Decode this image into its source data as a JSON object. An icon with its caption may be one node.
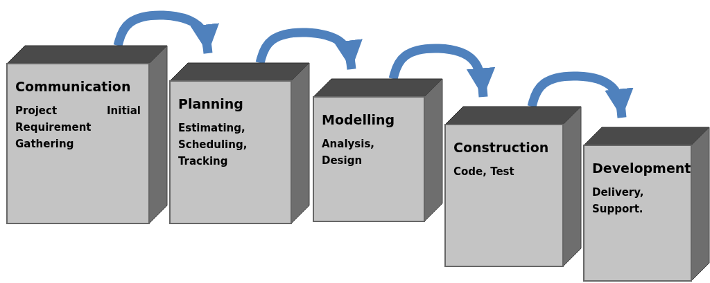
{
  "diagram": {
    "nodes": [
      {
        "text": [
          "Communication",
          "Project Initial Requirement Gathering"
        ]
      },
      {
        "text": [
          "Planning",
          "Estimating, Scheduling, Tracking"
        ]
      },
      {
        "text": [
          "Modelling",
          "Analysis, Design"
        ]
      },
      {
        "text": [
          "Construction",
          "Code, Test"
        ]
      },
      {
        "text": [
          "Development",
          "Delivery, Support."
        ]
      }
    ],
    "edges": [
      {
        "from": 0,
        "to": 1,
        "arrow": "to"
      },
      {
        "from": 1,
        "to": 2,
        "arrow": "to"
      },
      {
        "from": 2,
        "to": 3,
        "arrow": "to"
      },
      {
        "from": 3,
        "to": 4,
        "arrow": "to"
      }
    ]
  }
}
